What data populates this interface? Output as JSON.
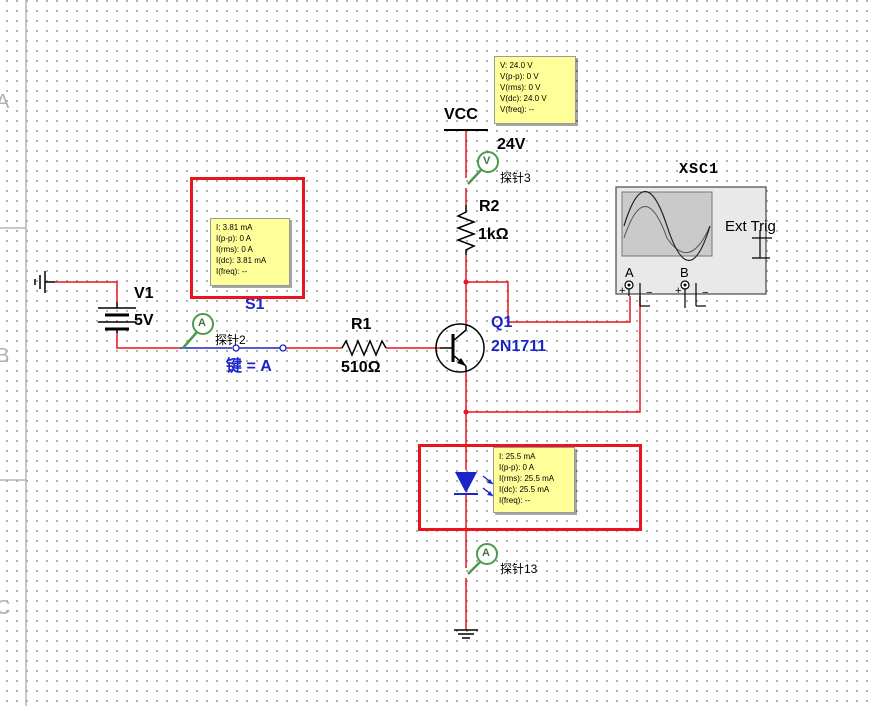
{
  "border": {
    "row_a": "A",
    "row_b": "B",
    "row_c": "C"
  },
  "vcc": {
    "name": "VCC",
    "value": "24V"
  },
  "v1": {
    "name": "V1",
    "value": "5V"
  },
  "r1": {
    "name": "R1",
    "value": "510Ω"
  },
  "r2": {
    "name": "R2",
    "value": "1kΩ"
  },
  "q1": {
    "name": "Q1",
    "model": "2N1711"
  },
  "s1": {
    "name": "S1",
    "key": "键 = A"
  },
  "xsc1": {
    "name": "XSC1",
    "channel_a": "A",
    "channel_b": "B",
    "ext_trig": "Ext Trig",
    "plus": "+",
    "minus": "−"
  },
  "probes": {
    "probe2": {
      "label": "探针2",
      "symbol": "A"
    },
    "probe3": {
      "label": "探针3",
      "symbol": "V"
    },
    "probe13": {
      "label": "探针13",
      "symbol": "A"
    }
  },
  "tooltips": {
    "probe3": [
      "V: 24.0 V",
      "V(p-p): 0 V",
      "V(rms): 0 V",
      "V(dc): 24.0 V",
      "V(freq): --"
    ],
    "probe2": [
      "I: 3.81 mA",
      "I(p-p): 0 A",
      "I(rms): 0 A",
      "I(dc): 3.81 mA",
      "I(freq): --"
    ],
    "probe13": [
      "I: 25.5 mA",
      "I(p-p): 0 A",
      "I(rms): 25.5 mA",
      "I(dc): 25.5 mA",
      "I(freq): --"
    ]
  },
  "colors": {
    "wire_red": "#e8141e",
    "wire_blue": "#1a24c8",
    "component_blue": "#1a24c8",
    "highlight": "#e8141e",
    "tooltip": "#ffff99",
    "probe_green": "#4d9a4d"
  }
}
